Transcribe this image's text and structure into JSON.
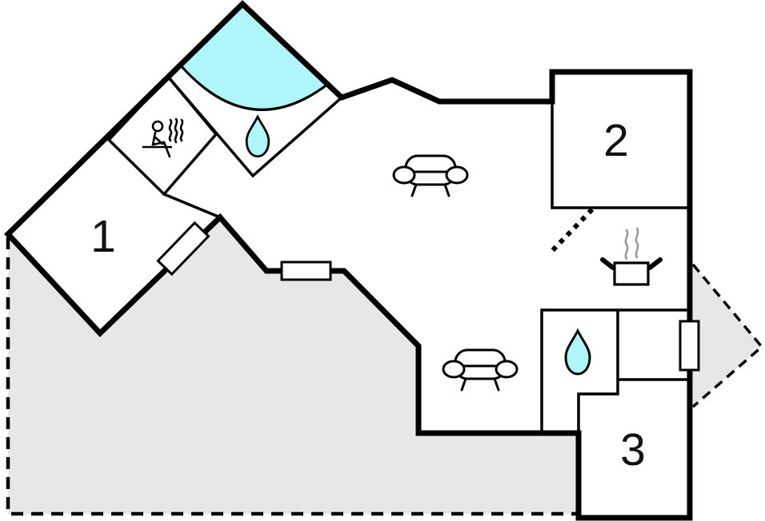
{
  "plan": {
    "type": "vacation-home floor plan",
    "rooms": [
      {
        "label": "1"
      },
      {
        "label": "2"
      },
      {
        "label": "3"
      }
    ],
    "icons": {
      "sauna": "sauna-person-icon",
      "bath_corner": "corner-bathtub-icon",
      "water_drop_top": "water-drop-icon",
      "water_drop_bottom": "water-drop-icon",
      "sofa_upper": "sofa-icon",
      "sofa_lower": "sofa-icon",
      "kitchen": "cooking-pot-icon",
      "door_opening": "dashed-door-opening",
      "terrace_left": "dashed-terrace-area",
      "terrace_right": "dashed-terrace-area"
    },
    "colors": {
      "water": "#AEF6F9",
      "terrace": "#E7E7E7",
      "wall": "#000000",
      "steam": "#999999",
      "background": "#FFFFFF"
    }
  }
}
